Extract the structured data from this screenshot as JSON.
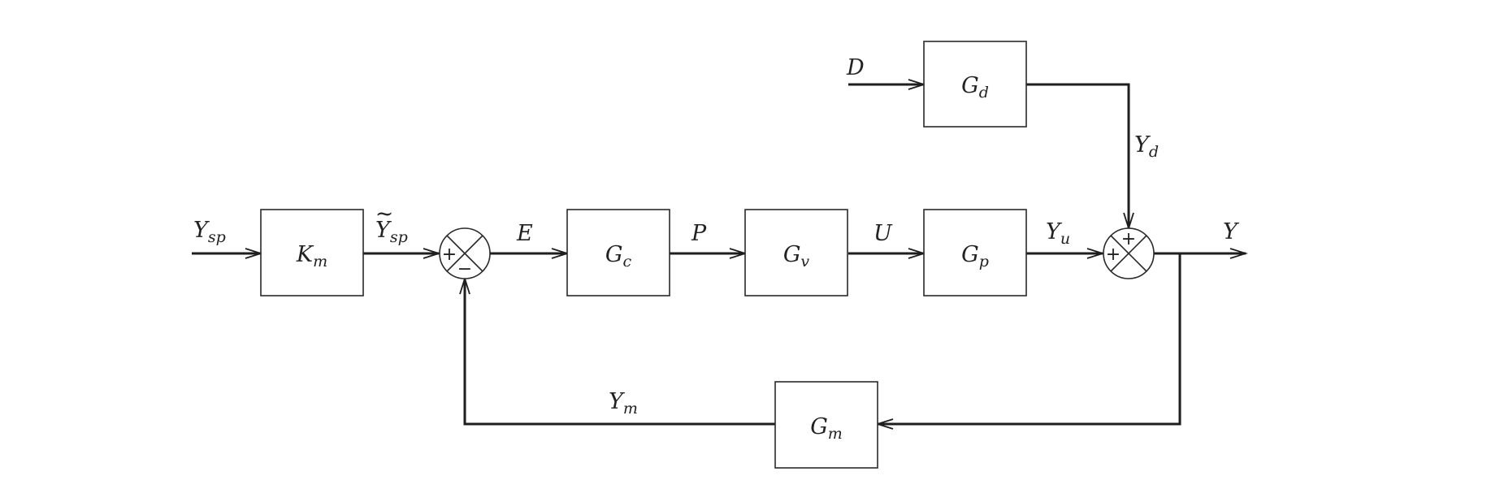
{
  "blocks": {
    "km": {
      "main": "K",
      "sub": "m"
    },
    "gc": {
      "main": "G",
      "sub": "c"
    },
    "gv": {
      "main": "G",
      "sub": "v"
    },
    "gp": {
      "main": "G",
      "sub": "p"
    },
    "gd": {
      "main": "G",
      "sub": "d"
    },
    "gm": {
      "main": "G",
      "sub": "m"
    }
  },
  "signals": {
    "ysp": {
      "main": "Y",
      "sub": "sp"
    },
    "ysp_tilde": {
      "main": "Y",
      "sub": "sp",
      "accent": "~"
    },
    "e": {
      "main": "E"
    },
    "p": {
      "main": "P"
    },
    "u": {
      "main": "U"
    },
    "yu": {
      "main": "Y",
      "sub": "u"
    },
    "y": {
      "main": "Y"
    },
    "d": {
      "main": "D"
    },
    "yd": {
      "main": "Y",
      "sub": "d"
    },
    "ym": {
      "main": "Y",
      "sub": "m"
    }
  },
  "junctions": {
    "comparator": {
      "sign_left": "+",
      "sign_bottom": "−"
    },
    "summer": {
      "sign_left": "+",
      "sign_top": "+"
    }
  }
}
